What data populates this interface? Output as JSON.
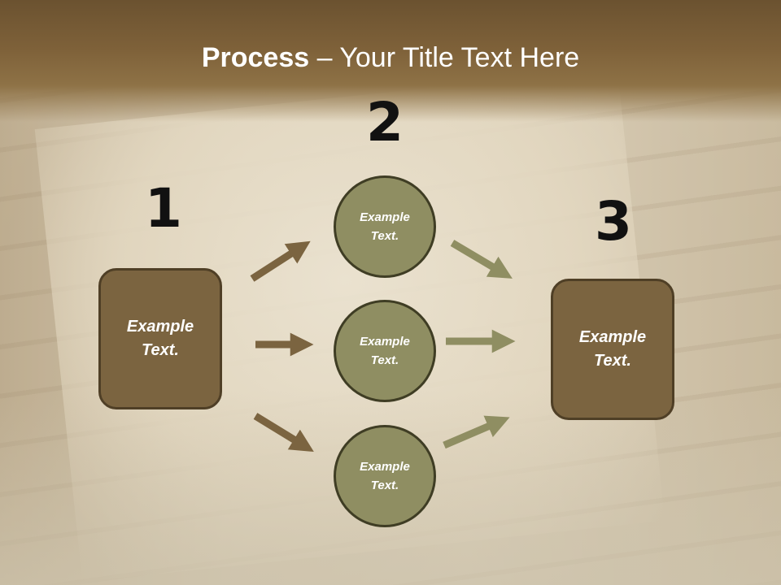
{
  "title": {
    "bold": "Process",
    "rest": " – Your Title Text Here"
  },
  "steps": [
    {
      "number": "1",
      "label": "Example Text."
    },
    {
      "number": "2",
      "items": [
        "Example Text.",
        "Example Text.",
        "Example Text."
      ]
    },
    {
      "number": "3",
      "label": "Example Text."
    }
  ],
  "colors": {
    "header": "#7e6139",
    "box_fill": "#7b6440",
    "circle_fill": "#8f8e62",
    "arrow_left": "#7b6440",
    "arrow_right": "#8f8e62"
  }
}
